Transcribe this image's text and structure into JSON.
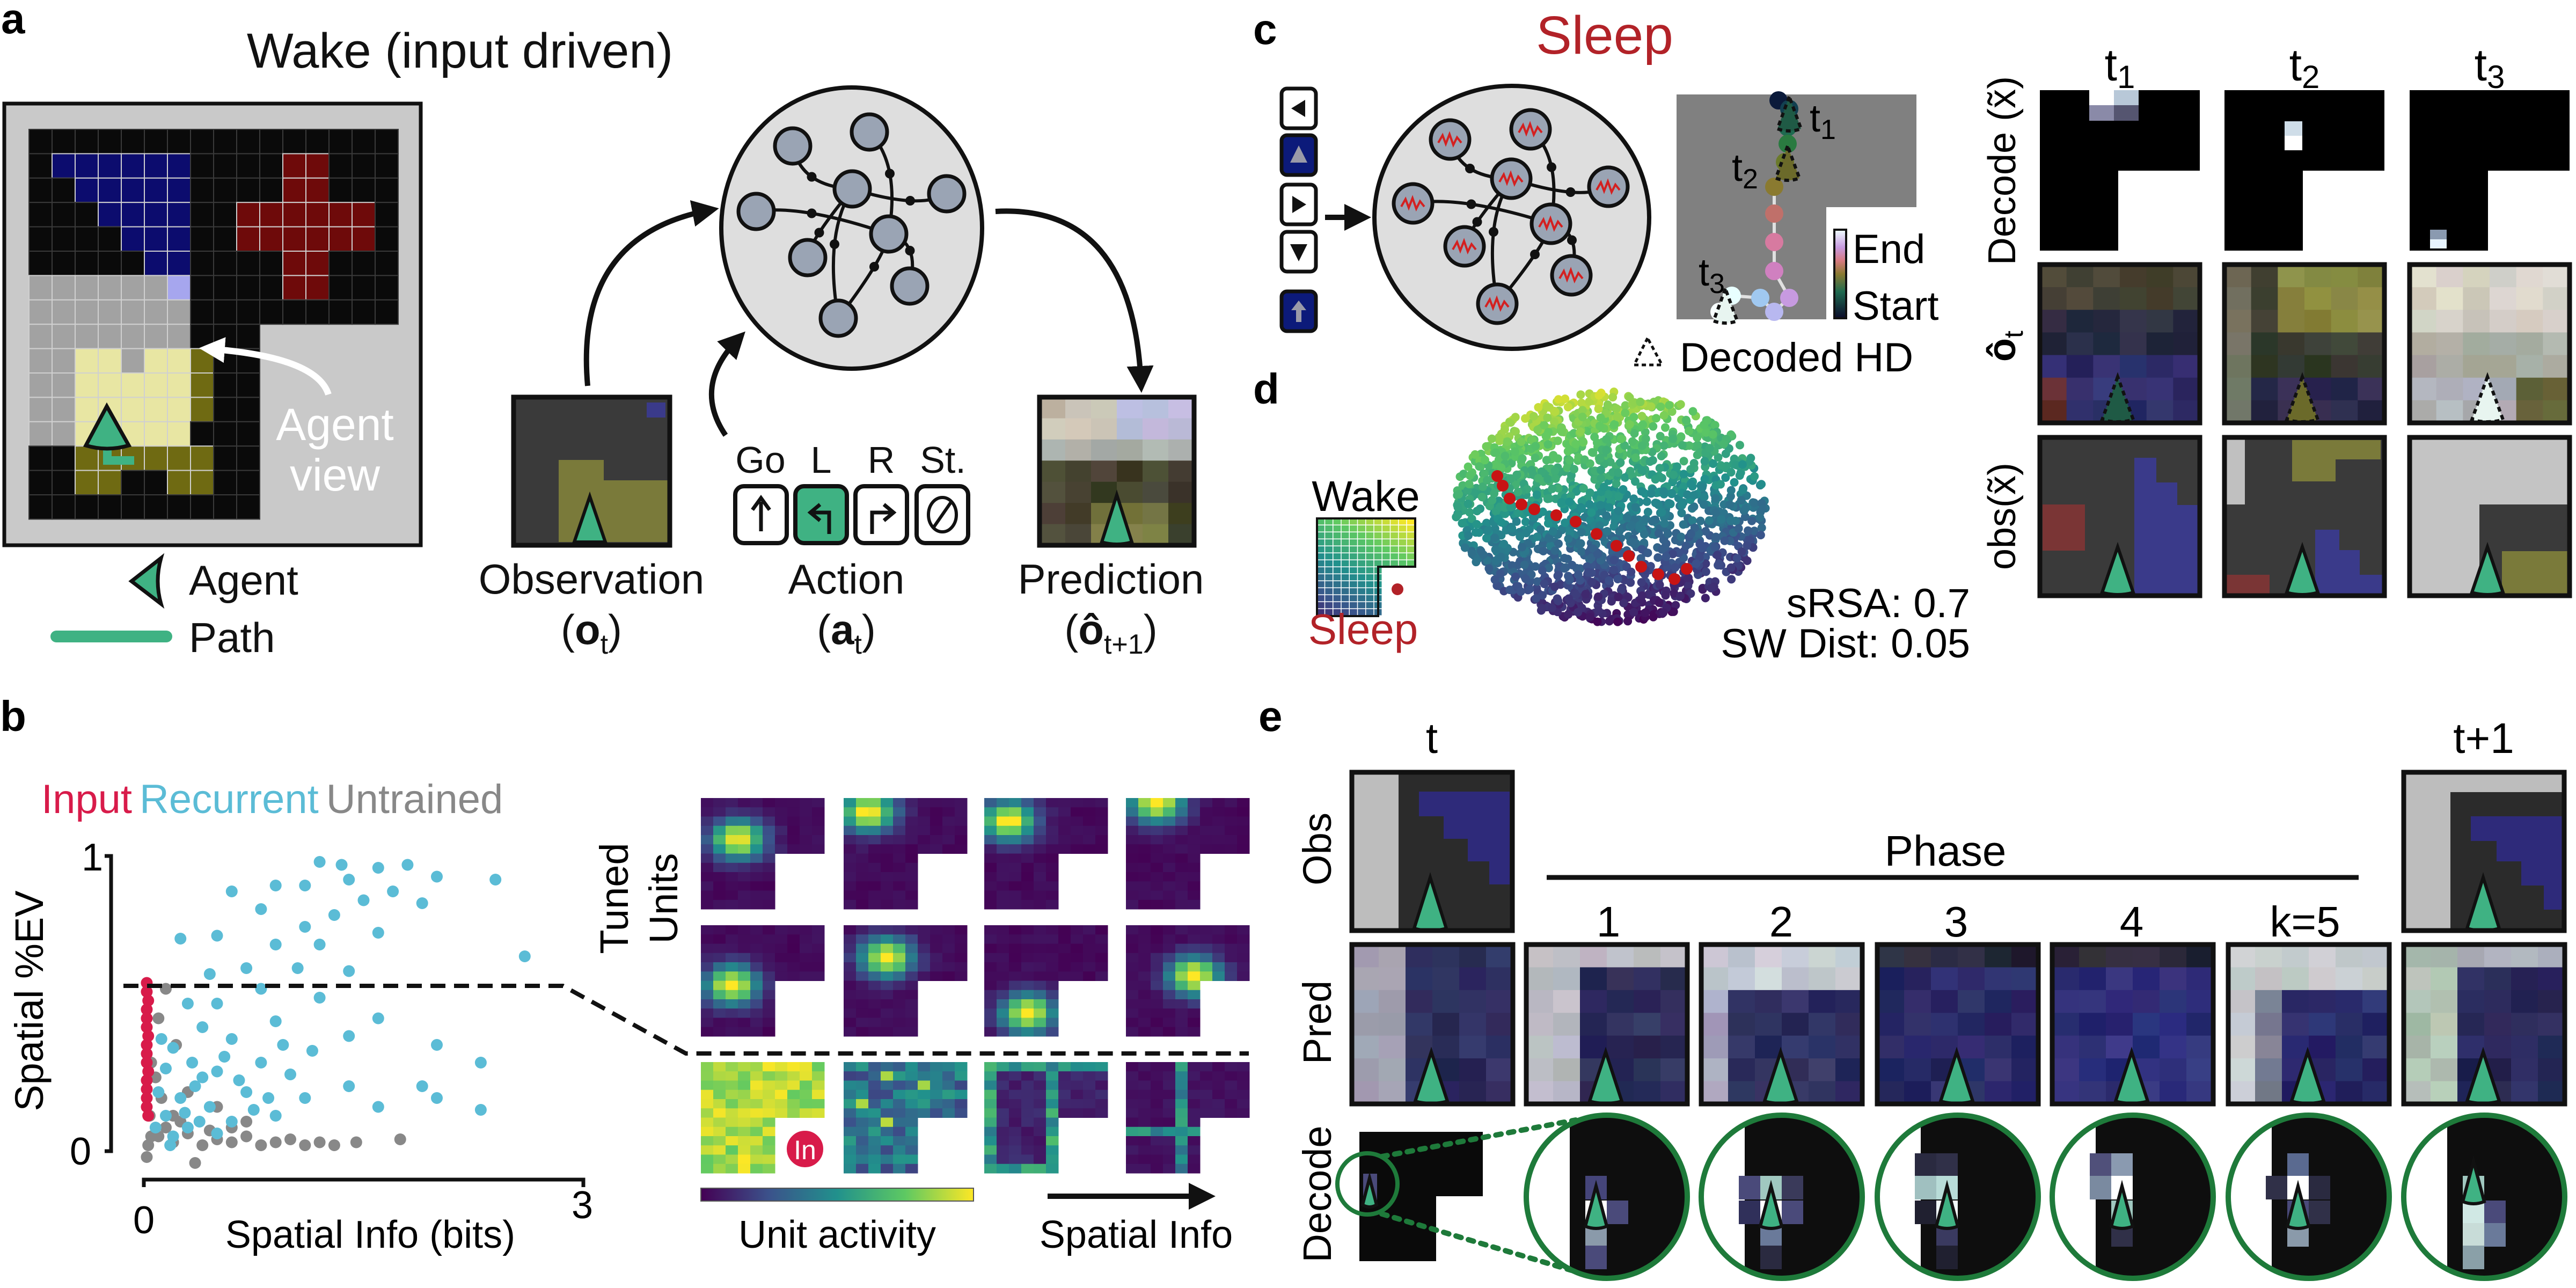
{
  "panels": {
    "a": "a",
    "b": "b",
    "c": "c",
    "d": "d",
    "e": "e"
  },
  "wake": {
    "title": "Wake (input driven)",
    "agent_view_1": "Agent",
    "agent_view_2": "view",
    "legend_agent": "Agent",
    "legend_path": "Path",
    "observation": {
      "label": "Observation",
      "open": "(",
      "sym": "o",
      "sub": "t",
      "close": ")"
    },
    "action": {
      "label": "Action",
      "open": "(",
      "sym": "a",
      "sub": "t",
      "close": ")",
      "buttons": [
        {
          "label": "Go",
          "icon": "forward-arrow-icon"
        },
        {
          "label": "L",
          "icon": "turn-left-arrow-icon",
          "selected": true
        },
        {
          "label": "R",
          "icon": "turn-right-arrow-icon"
        },
        {
          "label": "St.",
          "icon": "stay-icon"
        }
      ]
    },
    "prediction": {
      "label": "Prediction",
      "open": "(",
      "sym": "ô",
      "sub": "t+1",
      "close": ")"
    }
  },
  "sleep": {
    "title": "Sleep",
    "controls": [
      "turn-left-icon",
      "forward-icon",
      "turn-right-icon",
      "backward-icon",
      "up-arrow-icon"
    ],
    "traj_t": "t",
    "traj_subs": [
      "1",
      "2",
      "3"
    ],
    "colorbar_end": "End",
    "colorbar_start": "Start",
    "decoded_hd": "Decoded HD",
    "col_t": "t",
    "col_subs": [
      "1",
      "2",
      "3"
    ],
    "row_decode": "Decode (x̃)",
    "row_pred": "ô",
    "row_pred_sub": "t",
    "row_obs": "obs(x̃)"
  },
  "embedding": {
    "wake": "Wake",
    "sleep": "Sleep",
    "srsa": "sRSA: 0.7",
    "sw_dist": "SW Dist: 0.05"
  },
  "chart_data": {
    "type": "scatter",
    "title": "",
    "legend": [
      "Input",
      "Recurrent",
      "Untrained"
    ],
    "legend_placement": "top-left",
    "xlabel": "Spatial Info (bits)",
    "ylabel": "Spatial %EV",
    "xlim": [
      0,
      3
    ],
    "ylim": [
      0,
      1
    ],
    "xticks": [
      "0",
      "3"
    ],
    "yticks": [
      "0",
      "1"
    ],
    "threshold_y": 0.56,
    "series": [
      {
        "name": "Input",
        "color": "#d81b4a",
        "points": [
          [
            0.02,
            0.57
          ],
          [
            0.02,
            0.54
          ],
          [
            0.03,
            0.51
          ],
          [
            0.02,
            0.48
          ],
          [
            0.02,
            0.45
          ],
          [
            0.02,
            0.42
          ],
          [
            0.03,
            0.39
          ],
          [
            0.02,
            0.36
          ],
          [
            0.02,
            0.33
          ],
          [
            0.02,
            0.3
          ],
          [
            0.03,
            0.27
          ],
          [
            0.02,
            0.24
          ],
          [
            0.02,
            0.21
          ],
          [
            0.02,
            0.18
          ],
          [
            0.02,
            0.15
          ],
          [
            0.03,
            0.12
          ]
        ]
      },
      {
        "name": "Untrained",
        "color": "#888888",
        "points": [
          [
            0.03,
            0.02
          ],
          [
            0.1,
            0.05
          ],
          [
            0.2,
            0.03
          ],
          [
            0.3,
            0.06
          ],
          [
            0.4,
            0.02
          ],
          [
            0.5,
            0.04
          ],
          [
            0.6,
            0.03
          ],
          [
            0.7,
            0.05
          ],
          [
            0.8,
            0.02
          ],
          [
            0.9,
            0.03
          ],
          [
            1.0,
            0.04
          ],
          [
            1.1,
            0.02
          ],
          [
            1.2,
            0.03
          ],
          [
            1.3,
            0.02
          ],
          [
            1.45,
            0.03
          ],
          [
            1.75,
            0.04
          ],
          [
            0.05,
            0.3
          ],
          [
            0.1,
            0.45
          ],
          [
            0.15,
            0.55
          ],
          [
            0.08,
            0.25
          ],
          [
            0.12,
            0.18
          ],
          [
            0.2,
            0.12
          ],
          [
            0.3,
            0.2
          ],
          [
            0.02,
            -0.02
          ],
          [
            0.35,
            -0.04
          ],
          [
            0.25,
            0.1
          ],
          [
            0.5,
            0.15
          ],
          [
            0.6,
            0.08
          ],
          [
            0.04,
            0.12
          ],
          [
            0.15,
            0.08
          ],
          [
            0.45,
            0.07
          ],
          [
            0.22,
            0.36
          ],
          [
            0.05,
            0.05
          ],
          [
            0.7,
            0.1
          ]
        ]
      },
      {
        "name": "Recurrent",
        "color": "#5bbcd6",
        "points": [
          [
            1.2,
            0.98
          ],
          [
            1.35,
            0.97
          ],
          [
            1.6,
            0.96
          ],
          [
            1.8,
            0.97
          ],
          [
            2.0,
            0.93
          ],
          [
            1.1,
            0.9
          ],
          [
            1.4,
            0.92
          ],
          [
            1.7,
            0.88
          ],
          [
            2.4,
            0.92
          ],
          [
            0.6,
            0.88
          ],
          [
            0.9,
            0.9
          ],
          [
            1.5,
            0.85
          ],
          [
            0.8,
            0.82
          ],
          [
            1.1,
            0.76
          ],
          [
            1.3,
            0.8
          ],
          [
            1.9,
            0.84
          ],
          [
            0.25,
            0.72
          ],
          [
            0.5,
            0.73
          ],
          [
            0.9,
            0.7
          ],
          [
            1.2,
            0.7
          ],
          [
            1.6,
            0.74
          ],
          [
            2.6,
            0.66
          ],
          [
            0.7,
            0.62
          ],
          [
            1.05,
            0.62
          ],
          [
            1.4,
            0.61
          ],
          [
            0.45,
            0.6
          ],
          [
            0.8,
            0.55
          ],
          [
            0.5,
            0.5
          ],
          [
            1.2,
            0.52
          ],
          [
            1.6,
            0.45
          ],
          [
            1.4,
            0.39
          ],
          [
            2.0,
            0.36
          ],
          [
            2.3,
            0.3
          ],
          [
            1.9,
            0.22
          ],
          [
            1.4,
            0.22
          ],
          [
            1.1,
            0.18
          ],
          [
            2.0,
            0.18
          ],
          [
            2.3,
            0.14
          ],
          [
            1.6,
            0.15
          ],
          [
            0.3,
            0.5
          ],
          [
            0.9,
            0.44
          ],
          [
            0.4,
            0.42
          ],
          [
            0.6,
            0.38
          ],
          [
            0.2,
            0.35
          ],
          [
            0.8,
            0.3
          ],
          [
            0.15,
            0.28
          ],
          [
            0.5,
            0.27
          ],
          [
            1.0,
            0.26
          ],
          [
            0.35,
            0.22
          ],
          [
            0.7,
            0.2
          ],
          [
            0.25,
            0.18
          ],
          [
            0.45,
            0.15
          ],
          [
            0.9,
            0.12
          ],
          [
            0.15,
            0.12
          ],
          [
            0.6,
            0.1
          ],
          [
            0.3,
            0.08
          ],
          [
            0.2,
            0.05
          ],
          [
            0.5,
            0.06
          ],
          [
            0.4,
            0.25
          ],
          [
            0.55,
            0.32
          ],
          [
            0.65,
            0.24
          ],
          [
            0.75,
            0.14
          ],
          [
            0.1,
            0.2
          ],
          [
            0.28,
            0.13
          ],
          [
            0.38,
            0.1
          ],
          [
            0.18,
            0.02
          ],
          [
            0.12,
            0.38
          ],
          [
            0.85,
            0.18
          ],
          [
            1.15,
            0.34
          ],
          [
            0.95,
            0.36
          ],
          [
            0.08,
            0.08
          ],
          [
            0.33,
            0.3
          ]
        ]
      }
    ]
  },
  "tuning": {
    "row_label_1": "Tuned",
    "row_label_2": "Units",
    "badge": "In",
    "colorbar_label": "Unit activity",
    "arrow_label": "Spatial Info"
  },
  "phase": {
    "t": "t",
    "t_next": "t+1",
    "title": "Phase",
    "steps": [
      "1",
      "2",
      "3",
      "4",
      "k=5"
    ],
    "row_obs": "Obs",
    "row_pred": "Pred",
    "row_decode": "Decode"
  },
  "colors": {
    "agent": "#3fb283",
    "sleep_red": "#b22228",
    "input": "#d81b4a",
    "recurrent": "#5bbcd6",
    "untrained": "#888888",
    "decode_ring": "#1e7a3a"
  }
}
